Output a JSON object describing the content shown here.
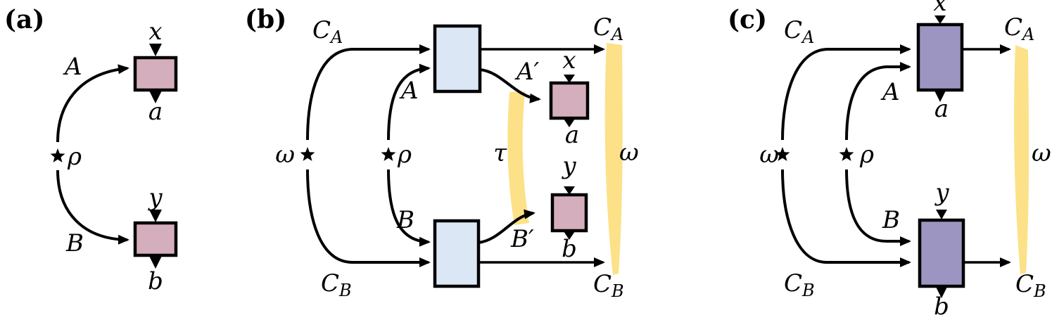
{
  "colors": {
    "background": "#ffffff",
    "ink": "#000000",
    "measurement_pink": "#d5aebd",
    "channel_blue": "#dbe7f4",
    "channel_purple": "#9c95c2",
    "highlight_yellow": "#fce188"
  },
  "icons": {
    "state_star": "★"
  },
  "panel_a": {
    "tag": "(a)",
    "state_label": "ρ",
    "channel_top_label": "A",
    "channel_bottom_label": "B",
    "top_box": {
      "input": "x",
      "output": "a"
    },
    "bottom_box": {
      "input": "y",
      "output": "b"
    }
  },
  "panel_b": {
    "tag": "(b)",
    "comb_state_label": "ω",
    "state_label": "ρ",
    "tau_label": "τ",
    "omega_right_label": "ω",
    "CA": {
      "base": "C",
      "sub": "A"
    },
    "CB": {
      "base": "C",
      "sub": "B"
    },
    "channel_top_label": "A",
    "channel_bottom_label": "B",
    "output_top_label": "A′",
    "output_bottom_label": "B′",
    "top_box": {
      "input": "x",
      "output": "a"
    },
    "bottom_box": {
      "input": "y",
      "output": "b"
    }
  },
  "panel_c": {
    "tag": "(c)",
    "comb_state_label": "ω",
    "state_label": "ρ",
    "omega_right_label": "ω",
    "CA": {
      "base": "C",
      "sub": "A"
    },
    "CB": {
      "base": "C",
      "sub": "B"
    },
    "channel_top_label": "A",
    "channel_bottom_label": "B",
    "top_box": {
      "input": "x",
      "output": "a"
    },
    "bottom_box": {
      "input": "y",
      "output": "b"
    }
  }
}
